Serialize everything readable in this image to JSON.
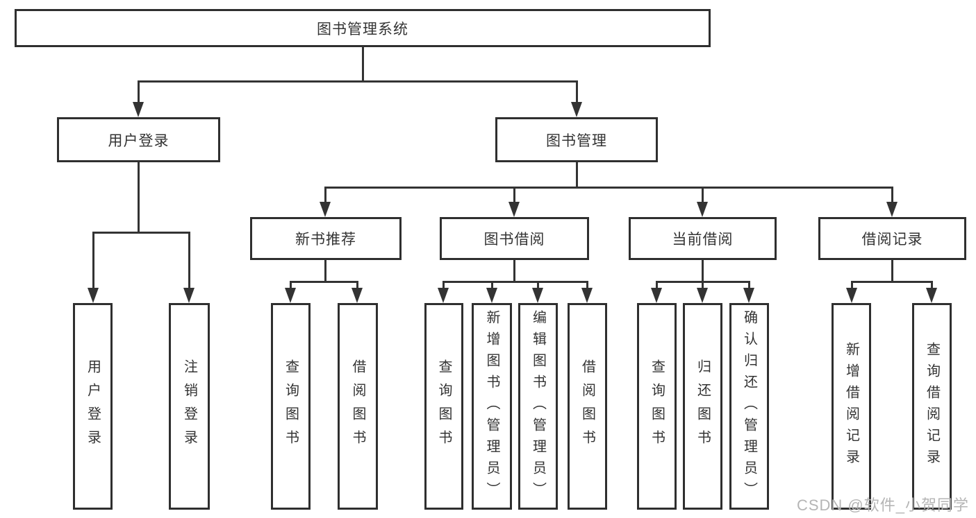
{
  "diagram": {
    "root": {
      "label": "图书管理系统"
    },
    "level2": [
      {
        "label": "用户登录"
      },
      {
        "label": "图书管理"
      }
    ],
    "level3": [
      {
        "label": "新书推荐"
      },
      {
        "label": "图书借阅"
      },
      {
        "label": "当前借阅"
      },
      {
        "label": "借阅记录"
      }
    ],
    "leaves": {
      "user": [
        "用户登录",
        "注销登录"
      ],
      "new_book": [
        "查询图书",
        "借阅图书"
      ],
      "borrow": [
        "查询图书",
        "新增图书（管理员）",
        "编辑图书（管理员）",
        "借阅图书"
      ],
      "current": [
        "查询图书",
        "归还图书",
        "确认归还（管理员）"
      ],
      "records": [
        "新增借阅记录",
        "查询借阅记录"
      ]
    }
  },
  "watermark": {
    "text": "CSDN @软件_小贺同学"
  },
  "colors": {
    "line": "#333333",
    "text": "#333333",
    "box_border": "#2f2f2f",
    "background": "#ffffff",
    "watermark": "#b5b5b5"
  }
}
